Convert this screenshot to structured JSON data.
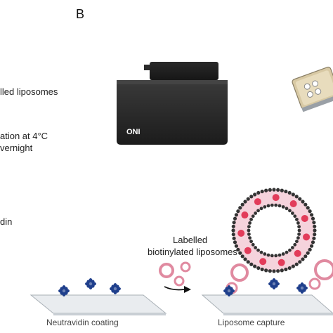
{
  "panel_label": "B",
  "text": {
    "labelled_liposomes_fragment": "lled liposomes",
    "incubation_fragment": "ation at 4°C",
    "overnight_fragment": "vernight",
    "avidin_fragment": "din",
    "instrument_logo": "ONI",
    "labelled": "Labelled",
    "biotinylated_liposomes": "biotinylated liposomes",
    "neutravidin_coating": "Neutravidin coating",
    "liposome_capture": "Liposome capture"
  },
  "colors": {
    "instrument_body": "#2b2b2b",
    "neutravidin": "#1f3f8c",
    "slide": "#e9ecef",
    "liposome_outline": "#e08aa0",
    "liposome_fill": "#f2c2cf",
    "lipid_head": "#333333",
    "dye": "#e23c5a",
    "arrow": "#111111"
  },
  "icons": {
    "instrument": "oni-nanoimager-icon",
    "chip": "sample-chip-icon",
    "protein": "neutravidin-icon",
    "vesicle": "liposome-icon",
    "arrow": "arrow-right-icon"
  }
}
